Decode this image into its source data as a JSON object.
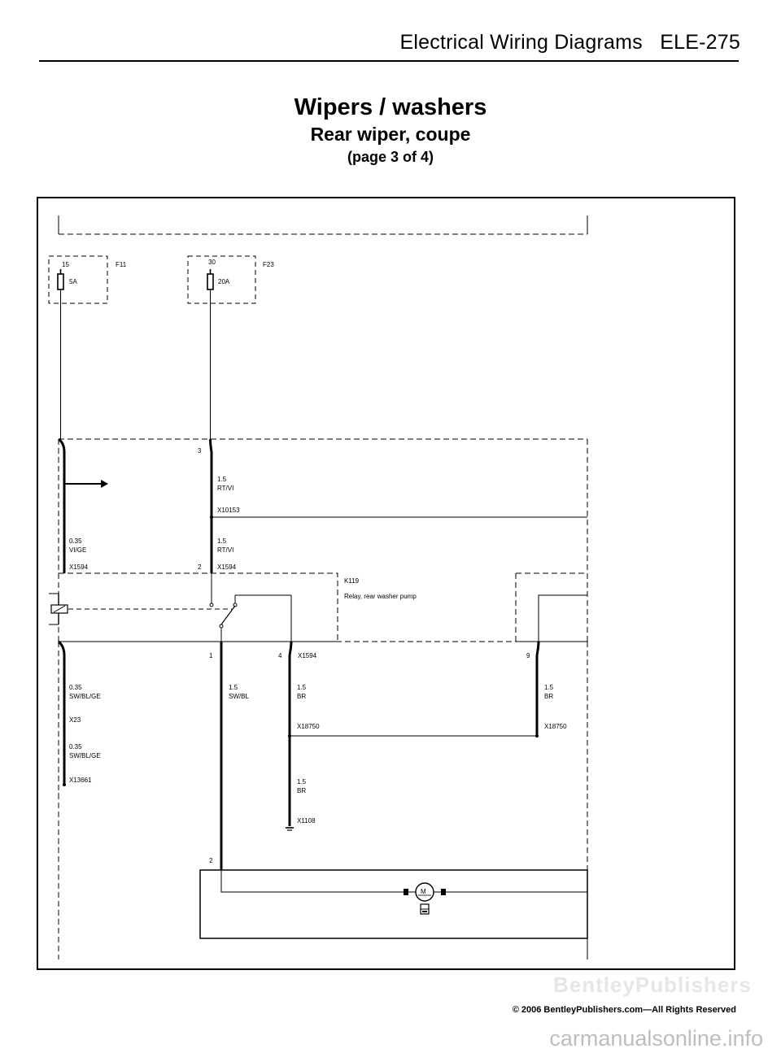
{
  "header": {
    "section": "Electrical Wiring Diagrams",
    "page": "ELE-275"
  },
  "title": {
    "main": "Wipers / washers",
    "sub": "Rear wiper, coupe",
    "page_of": "(page 3 of 4)"
  },
  "fuses": {
    "f11": {
      "id": "F11",
      "terminal": "15",
      "rating": "5A"
    },
    "f23": {
      "id": "F23",
      "terminal": "30",
      "rating": "20A"
    }
  },
  "wires": {
    "rtvi_upper": {
      "size": "1.5",
      "color": "RT/VI"
    },
    "rtvi_lower": {
      "size": "1.5",
      "color": "RT/VI"
    },
    "vige": {
      "size": "0.35",
      "color": "VI/GE"
    },
    "swblge_1": {
      "size": "0.35",
      "color": "SW/BL/GE"
    },
    "swblge_2": {
      "size": "0.35",
      "color": "SW/BL/GE"
    },
    "swbl": {
      "size": "1.5",
      "color": "SW/BL"
    },
    "br_1": {
      "size": "1.5",
      "color": "BR"
    },
    "br_2": {
      "size": "1.5",
      "color": "BR"
    },
    "br_3": {
      "size": "1.5",
      "color": "BR"
    }
  },
  "connectors": {
    "x10153": "X10153",
    "x1594_left": "X1594",
    "x1594_right": "X1594",
    "x1594_mid": "X1594",
    "x23": "X23",
    "x13661": "X13661",
    "x18750_left": "X18750",
    "x18750_right": "X18750",
    "x1108": "X1108"
  },
  "pins": {
    "p3": "3",
    "p2_top": "2",
    "p1": "1",
    "p4": "4",
    "p9": "9",
    "p2_bottom": "2"
  },
  "relay": {
    "id": "K119",
    "name": "Relay, rear washer pump"
  },
  "motor": {
    "symbol": "M"
  },
  "footer": {
    "brand": "BentleyPublishers",
    "copyright": "© 2006 BentleyPublishers.com—All Rights Reserved",
    "watermark": "carmanualsonline.info"
  }
}
